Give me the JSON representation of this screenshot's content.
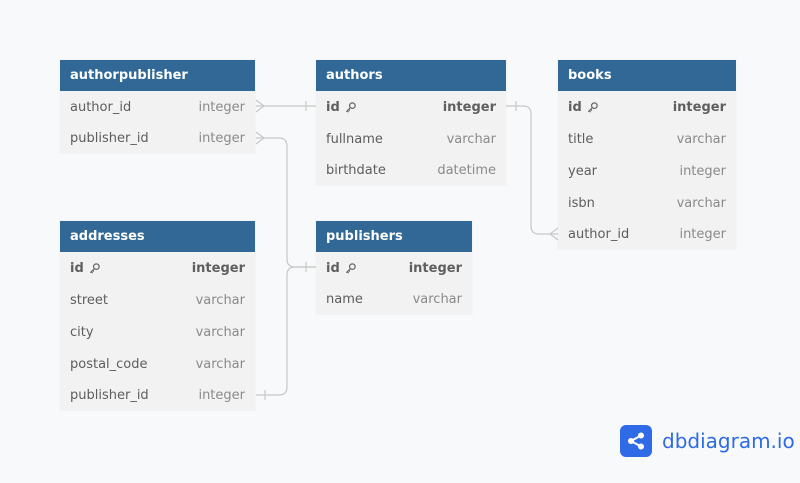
{
  "colors": {
    "header": "#316896",
    "body": "#f2f2f2",
    "canvas": "#f8f9fb",
    "connector": "#c8c8c8",
    "brand": "#2f6be6"
  },
  "tables": {
    "authorpublisher": {
      "name": "authorpublisher",
      "fields": [
        {
          "name": "author_id",
          "type": "integer"
        },
        {
          "name": "publisher_id",
          "type": "integer"
        }
      ]
    },
    "authors": {
      "name": "authors",
      "fields": [
        {
          "name": "id",
          "type": "integer",
          "pk": true,
          "icon": "key-icon"
        },
        {
          "name": "fullname",
          "type": "varchar"
        },
        {
          "name": "birthdate",
          "type": "datetime"
        }
      ]
    },
    "books": {
      "name": "books",
      "fields": [
        {
          "name": "id",
          "type": "integer",
          "pk": true,
          "icon": "key-icon"
        },
        {
          "name": "title",
          "type": "varchar"
        },
        {
          "name": "year",
          "type": "integer"
        },
        {
          "name": "isbn",
          "type": "varchar"
        },
        {
          "name": "author_id",
          "type": "integer"
        }
      ]
    },
    "addresses": {
      "name": "addresses",
      "fields": [
        {
          "name": "id",
          "type": "integer",
          "pk": true,
          "icon": "key-icon"
        },
        {
          "name": "street",
          "type": "varchar"
        },
        {
          "name": "city",
          "type": "varchar"
        },
        {
          "name": "postal_code",
          "type": "varchar"
        },
        {
          "name": "publisher_id",
          "type": "integer"
        }
      ]
    },
    "publishers": {
      "name": "publishers",
      "fields": [
        {
          "name": "id",
          "type": "integer",
          "pk": true,
          "icon": "key-icon"
        },
        {
          "name": "name",
          "type": "varchar"
        }
      ]
    }
  },
  "brand": {
    "text": "dbdiagram.io",
    "icon": "share-nodes-icon"
  }
}
